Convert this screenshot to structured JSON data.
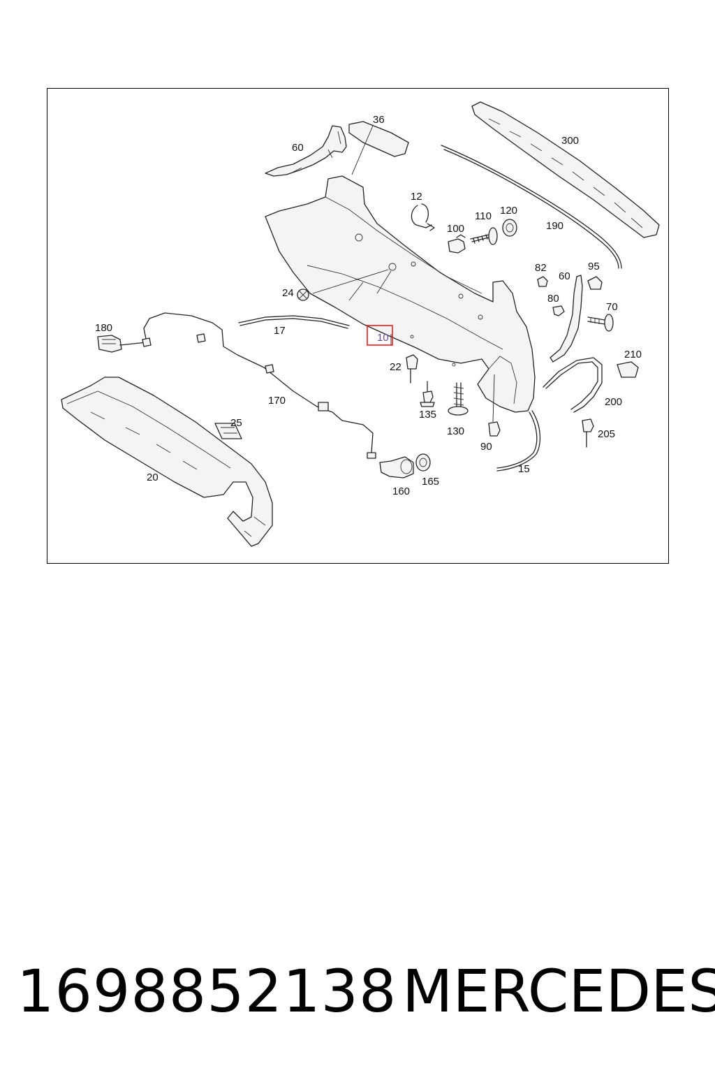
{
  "diagram": {
    "callouts": [
      "36",
      "60",
      "300",
      "12",
      "110",
      "120",
      "100",
      "190",
      "82",
      "60",
      "95",
      "24",
      "80",
      "70",
      "180",
      "17",
      "10",
      "210",
      "22",
      "170",
      "135",
      "130",
      "200",
      "25",
      "90",
      "205",
      "15",
      "165",
      "20",
      "160"
    ],
    "highlighted_callout": "10",
    "highlight_color": "#e0201c"
  },
  "footer": {
    "part_number": "1698852138",
    "brand": "MERCEDES"
  }
}
